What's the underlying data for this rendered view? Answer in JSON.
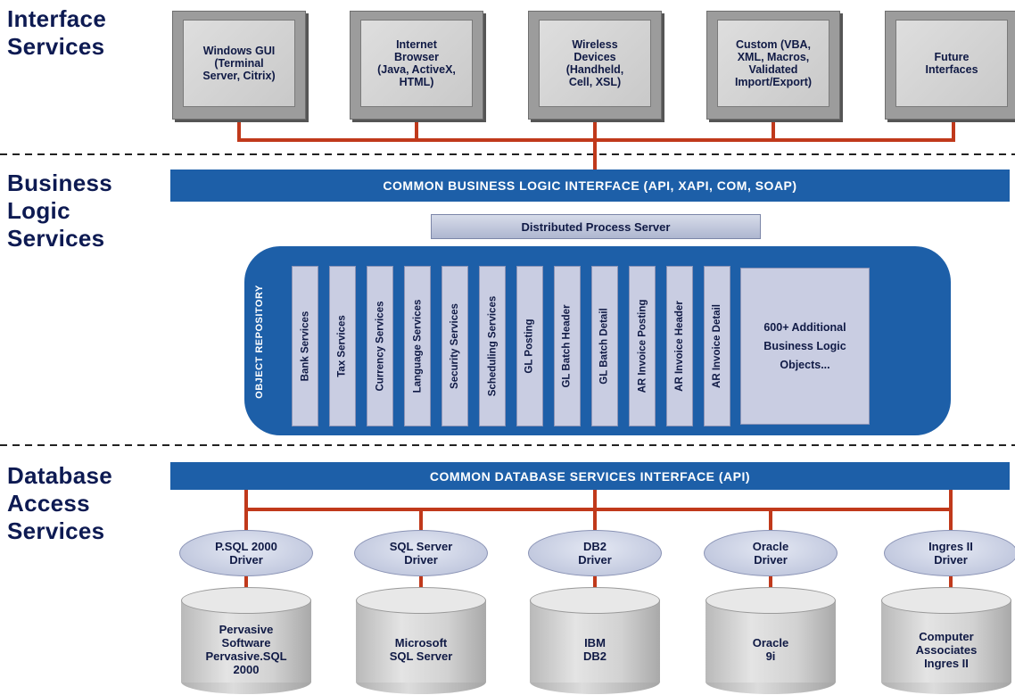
{
  "layers": {
    "interface": [
      "Interface",
      "Services"
    ],
    "business": [
      "Business",
      "Logic",
      "Services"
    ],
    "database": [
      "Database",
      "Access",
      "Services"
    ]
  },
  "interfaces": [
    "Windows GUI\n(Terminal\nServer, Citrix)",
    "Internet\nBrowser\n(Java, ActiveX,\nHTML)",
    "Wireless\nDevices\n(Handheld,\nCell, XSL)",
    "Custom (VBA,\nXML, Macros,\nValidated\nImport/Export)",
    "Future\nInterfaces"
  ],
  "business_bar": "COMMON BUSINESS LOGIC INTERFACE (API, XAPI, COM, SOAP)",
  "process_server": "Distributed Process Server",
  "repository": {
    "label": "OBJECT REPOSITORY",
    "objects": [
      "Bank Services",
      "Tax Services",
      "Currency Services",
      "Language Services",
      "Security Services",
      "Scheduling Services",
      "GL Posting",
      "GL Batch Header",
      "GL Batch Detail",
      "AR Invoice Posting",
      "AR Invoice Header",
      "AR Invoice Detail"
    ],
    "more": "600+ Additional\nBusiness Logic\nObjects..."
  },
  "database_bar": "COMMON DATABASE SERVICES INTERFACE (API)",
  "drivers": [
    "P.SQL 2000\nDriver",
    "SQL Server\nDriver",
    "DB2\nDriver",
    "Oracle\nDriver",
    "Ingres II\nDriver"
  ],
  "databases": [
    "Pervasive\nSoftware\nPervasive.SQL\n2000",
    "Microsoft\nSQL Server",
    "IBM\nDB2",
    "Oracle\n9i",
    "Computer\nAssociates\nIngres II"
  ],
  "colors": {
    "bar_blue": "#1d5fa8",
    "connector_red": "#c0391b",
    "title_navy": "#0d1a52"
  }
}
